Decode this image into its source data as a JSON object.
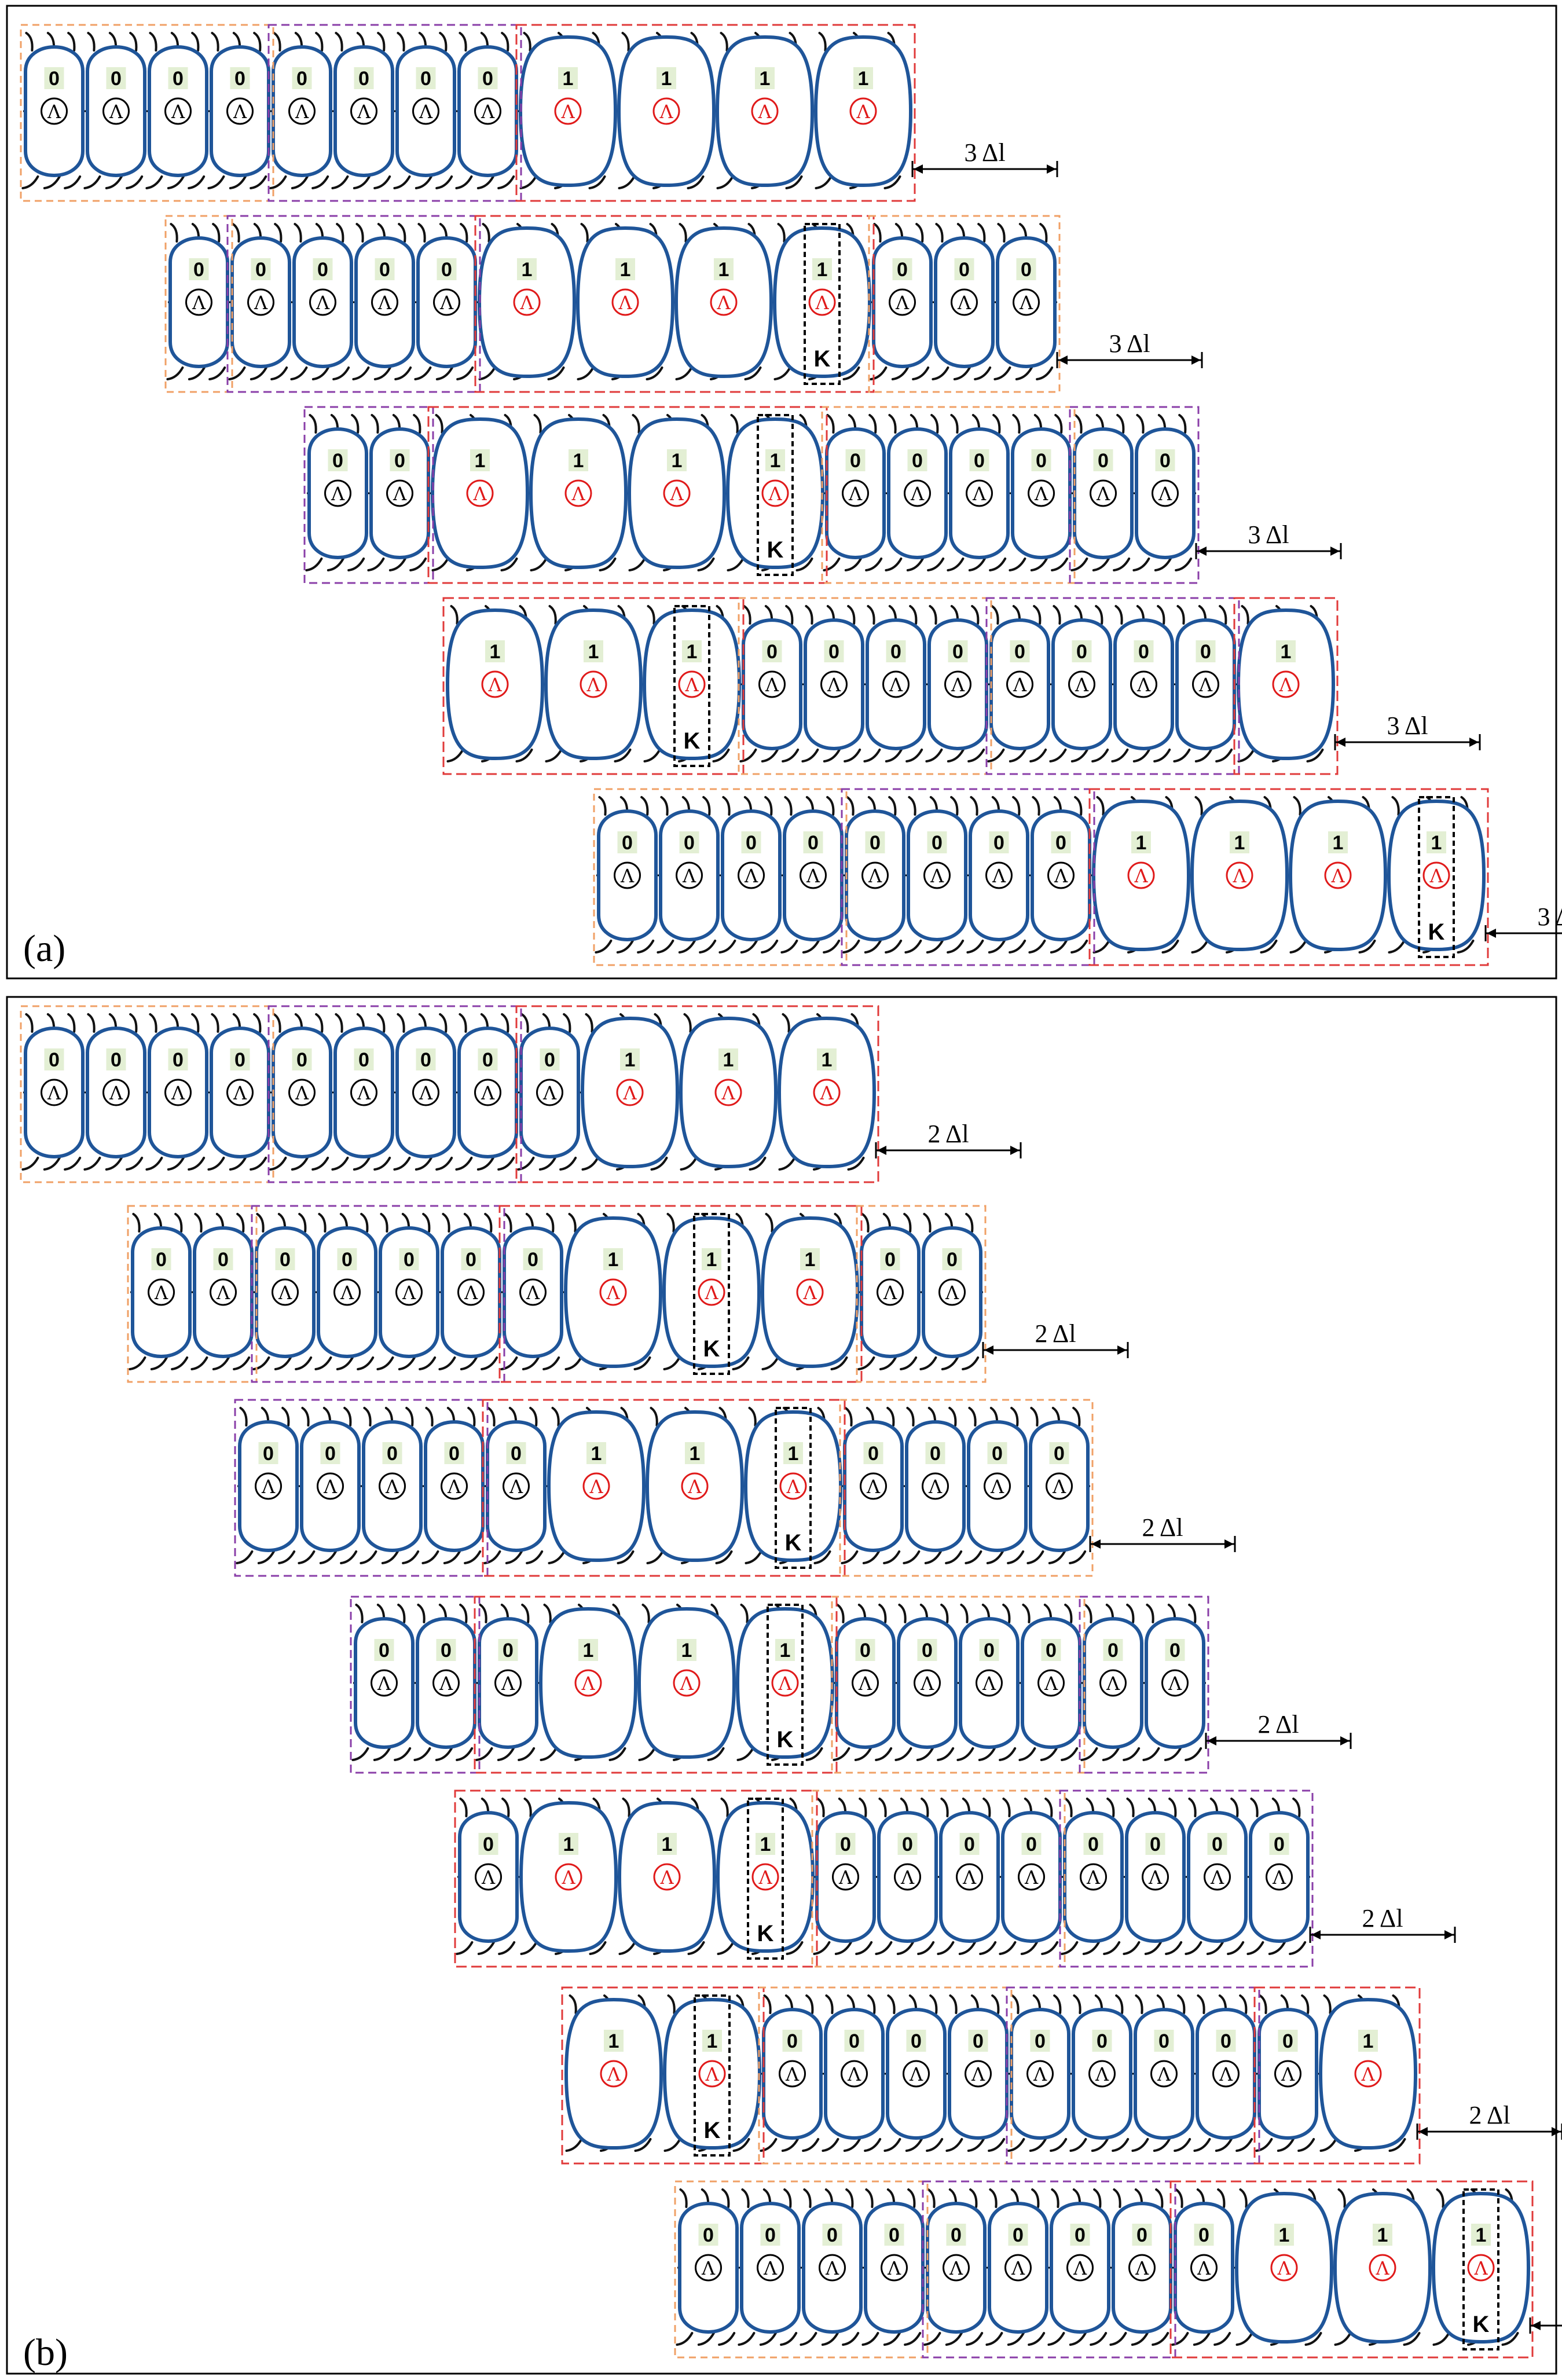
{
  "colors": {
    "segment_stroke": "#1f5599",
    "node_zero": "#000000",
    "node_one": "#e01a1a",
    "label_bg": "#e3efd4",
    "orange_box": "#f0a066",
    "purple_box": "#8a3ea8",
    "red_box": "#e03a3a",
    "k_box": "#000000",
    "frame": "#000000"
  },
  "node_glyph": "Λ",
  "k_label": "K",
  "panels": [
    {
      "label": "(a)",
      "shift_label": "3 Δl",
      "rows": [
        {
          "sequence": [
            "O4",
            "P4",
            "R4"
          ],
          "k_index": -1
        },
        {
          "sequence": [
            "O1",
            "P4",
            "R4",
            "O3"
          ],
          "k_index": 8
        },
        {
          "sequence": [
            "P2",
            "R4",
            "O4",
            "P2"
          ],
          "k_index": 5
        },
        {
          "sequence": [
            "R3",
            "O4",
            "P4",
            "R1"
          ],
          "k_index": 2
        },
        {
          "sequence": [
            "O4",
            "P4",
            "R4"
          ],
          "k_index": 11
        }
      ]
    },
    {
      "label": "(b)",
      "shift_label": "2 Δl",
      "rows": [
        {
          "sequence": [
            "O4",
            "P4",
            "Z1",
            "R3"
          ],
          "k_index": -1
        },
        {
          "sequence": [
            "O2",
            "P4",
            "Z1",
            "R3",
            "O2"
          ],
          "k_index": 8
        },
        {
          "sequence": [
            "P4",
            "Z1",
            "R3",
            "O4"
          ],
          "k_index": 7
        },
        {
          "sequence": [
            "P2",
            "Z1",
            "R3",
            "O4",
            "P2"
          ],
          "k_index": 5
        },
        {
          "sequence": [
            "Z1",
            "R3",
            "O4",
            "P4"
          ],
          "k_index": 3
        },
        {
          "sequence": [
            "R2",
            "O4",
            "P4",
            "Z1",
            "R1"
          ],
          "k_index": 1
        },
        {
          "sequence": [
            "O4",
            "P4",
            "Z1",
            "R3"
          ],
          "k_index": 11
        }
      ]
    }
  ]
}
